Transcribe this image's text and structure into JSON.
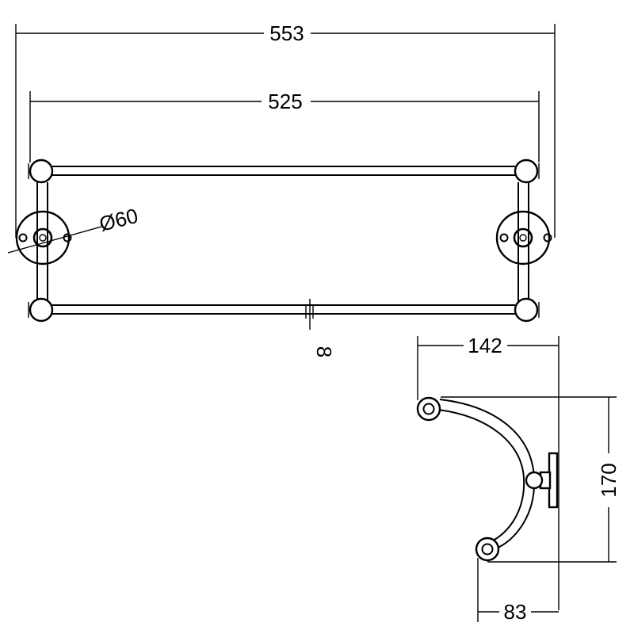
{
  "dimensions": {
    "overall_width": "553",
    "bar_length": "525",
    "flange_diameter": "Ø60",
    "bar_diameter": "8",
    "side_depth": "142",
    "side_height": "170",
    "wall_offset": "83"
  },
  "colors": {
    "line": "#000000",
    "background": "#ffffff"
  }
}
